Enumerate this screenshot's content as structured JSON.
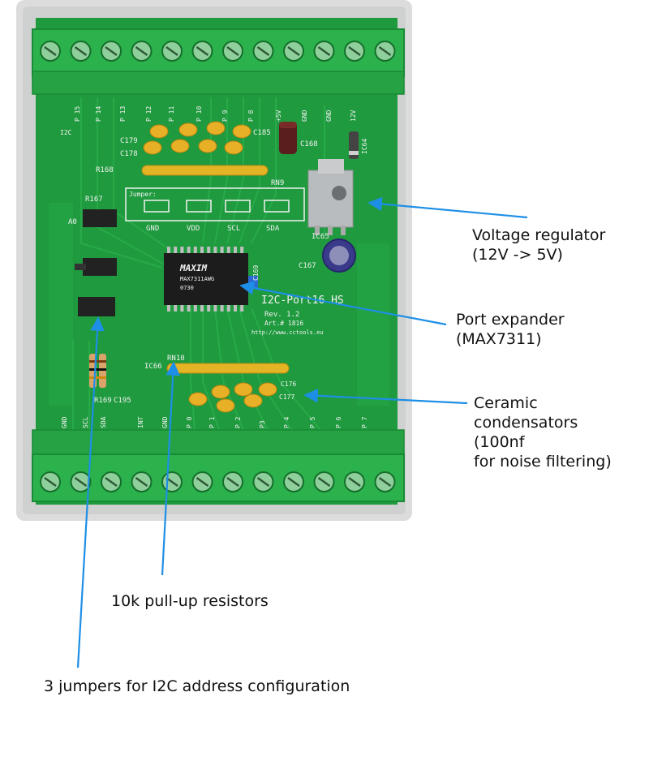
{
  "labels": {
    "regulator": {
      "line1": "Voltage regulator",
      "line2": "(12V -> 5V)"
    },
    "expander": {
      "line1": "Port expander",
      "line2": "(MAX7311)"
    },
    "ceramic": {
      "line1": "Ceramic",
      "line2": "condensators",
      "line3": "(100nf",
      "line4": "for noise filtering)"
    },
    "pullup": {
      "line1": "10k pull-up resistors"
    },
    "jumpers": {
      "line1": "3 jumpers for I2C address configuration"
    }
  },
  "board": {
    "name": "I2C-Port16 HS",
    "rev": "Rev. 1.2",
    "art": "Art.# 1816",
    "url": "http://www.cctools.eu",
    "chip_brand": "MAXIM",
    "chip_part": "MAX7311AWG",
    "chip_code": "0730",
    "jumper_title": "Jumper:",
    "jumper_names": [
      "GND",
      "VDD",
      "SCL",
      "SDA"
    ],
    "top_pins": [
      "P 15",
      "P 14",
      "P 13",
      "P 12",
      "P 11",
      "P 10",
      "P 9",
      "P 8",
      "+5V",
      "GND",
      "GND",
      "12V"
    ],
    "bottom_pins": [
      "GND",
      "SCL",
      "SDA",
      "INT",
      "GND",
      "P 0",
      "P 1",
      "P 2",
      "P3",
      "P 4",
      "P 5",
      "P 6",
      "P 7"
    ],
    "refs": [
      "C179",
      "C178",
      "C185",
      "C168",
      "R168",
      "R167",
      "RN9",
      "A0",
      "C169",
      "IC65",
      "C167",
      "IC64",
      "RN10",
      "IC66",
      "C176",
      "C177",
      "R169",
      "C195",
      "I2C"
    ]
  },
  "colors": {
    "pcb": "#1f9a3e",
    "terminal": "#2bb24c",
    "arrow": "#1e8fe6",
    "capacitor": "#e8b026",
    "chip": "#1c1c1c"
  }
}
